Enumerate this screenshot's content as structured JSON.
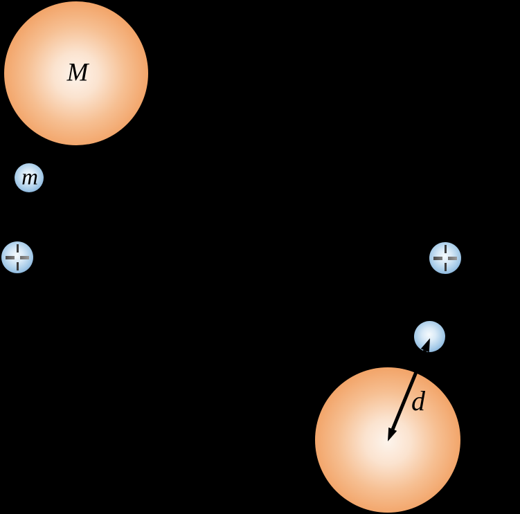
{
  "figure": {
    "background_color": "#000000",
    "label_color": "#000000",
    "labels": {
      "large_mass": "M",
      "small_mass": "m",
      "distance": "d"
    },
    "colors": {
      "orange_sphere_edge": "#ee8a40",
      "orange_sphere_center": "#fdf4ec",
      "blue_sphere_edge": "#6095c8",
      "blue_sphere_center": "#f5fafd",
      "arrow": "#000000",
      "crosshair_dark": "#3d3d3d",
      "crosshair_gray": "#7d7d7d"
    },
    "icons": {
      "left_marker": "crosshair-icon",
      "right_marker": "crosshair-icon"
    }
  }
}
